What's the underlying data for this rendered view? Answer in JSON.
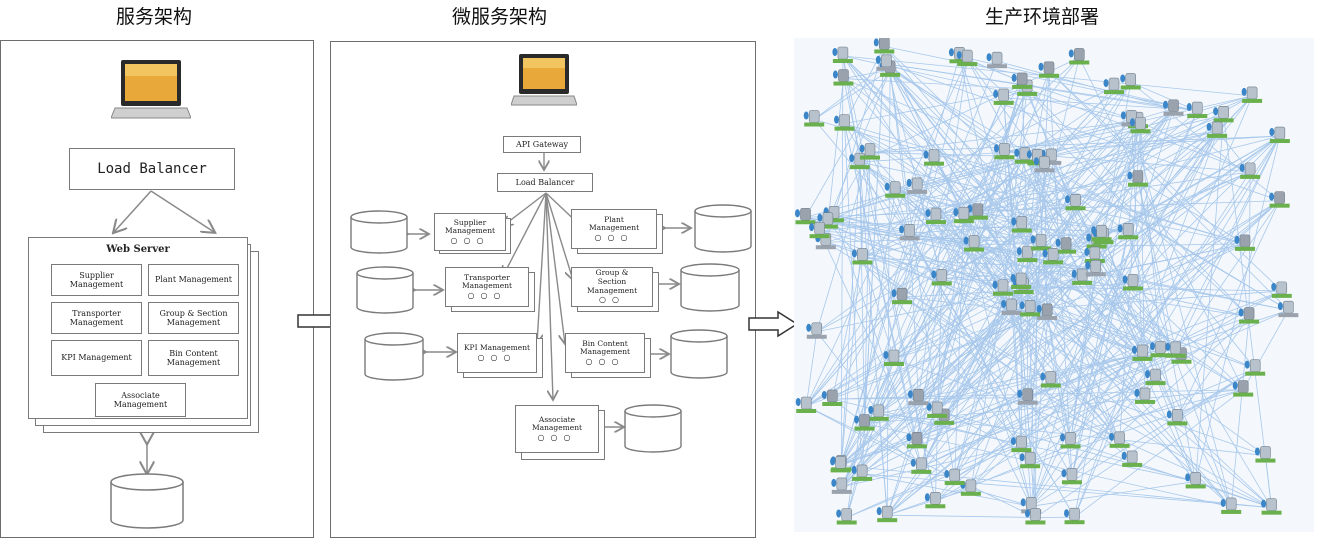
{
  "titles": {
    "left": "服务架构",
    "middle": "微服务架构",
    "right": "生产环境部署"
  },
  "monolith": {
    "load_balancer": "Load Balancer",
    "web_server": "Web Server",
    "modules": {
      "supplier": "Supplier Management",
      "plant": "Plant Management",
      "transporter": "Transporter Management",
      "group_section": "Group & Section Management",
      "kpi": "KPI Management",
      "bin_content": "Bin Content Management",
      "associate": "Associate Management"
    }
  },
  "microservices": {
    "api_gateway": "API Gateway",
    "load_balancer": "Load Balancer",
    "services": {
      "supplier": "Supplier Management",
      "plant": "Plant Management",
      "transporter": "Transporter Management",
      "group_section": "Group & Section Management",
      "kpi": "KPI Management",
      "bin_content": "Bin Content Management",
      "associate": "Associate Management"
    }
  },
  "colors": {
    "network_line": "#8fb8e6",
    "node_green": "#6ab04c",
    "node_gray": "#9aa3ad",
    "node_blue": "#3a86c8",
    "laptop_screen": "#e9a93a"
  }
}
